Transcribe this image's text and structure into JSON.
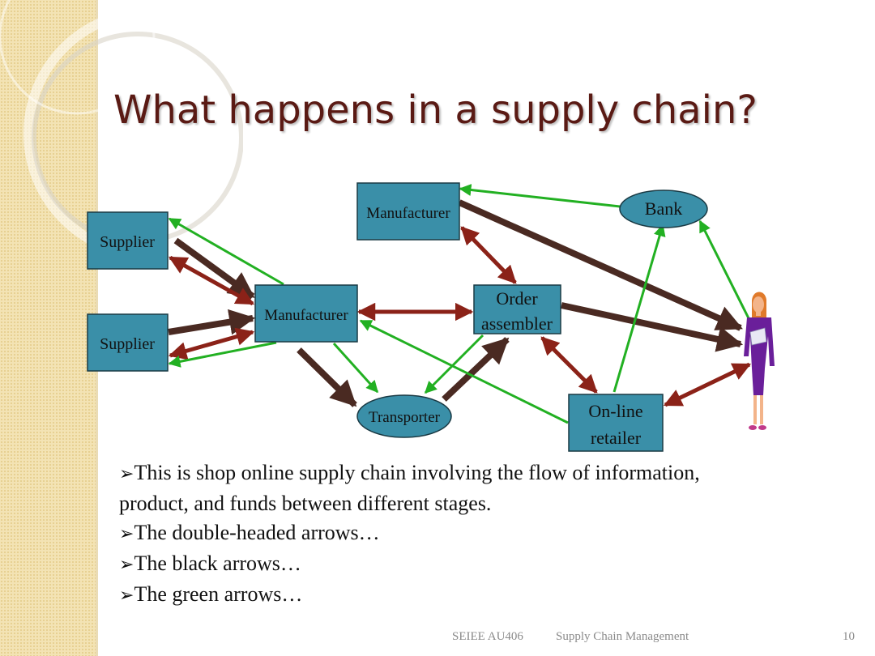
{
  "slide": {
    "title": "What happens in a supply chain?"
  },
  "diagram": {
    "nodes": {
      "supplier_top": "Supplier",
      "supplier_bottom": "Supplier",
      "manufacturer_top": "Manufacturer",
      "manufacturer_mid": "Manufacturer",
      "order_assembler_1": "Order",
      "order_assembler_2": "assembler",
      "transporter": "Transporter",
      "bank": "Bank",
      "online_retailer_1": "On-line",
      "online_retailer_2": "retailer"
    },
    "colors": {
      "node_fill": "#3a8fa8",
      "node_stroke": "#1a3a44",
      "product_arrow": "#4a2a22",
      "info_arrow": "#8b2218",
      "funds_arrow": "#22b022"
    }
  },
  "bullets": {
    "arrow": "➢",
    "line1": "This is shop online supply chain involving the flow of information,",
    "line1_cont": "product, and funds between different stages.",
    "line2": "The double-headed arrows…",
    "line3": "The black arrows…",
    "line4": "The green arrows…"
  },
  "footer": {
    "course": "SEIEE AU406",
    "subject": "Supply Chain Management",
    "page": "10"
  }
}
